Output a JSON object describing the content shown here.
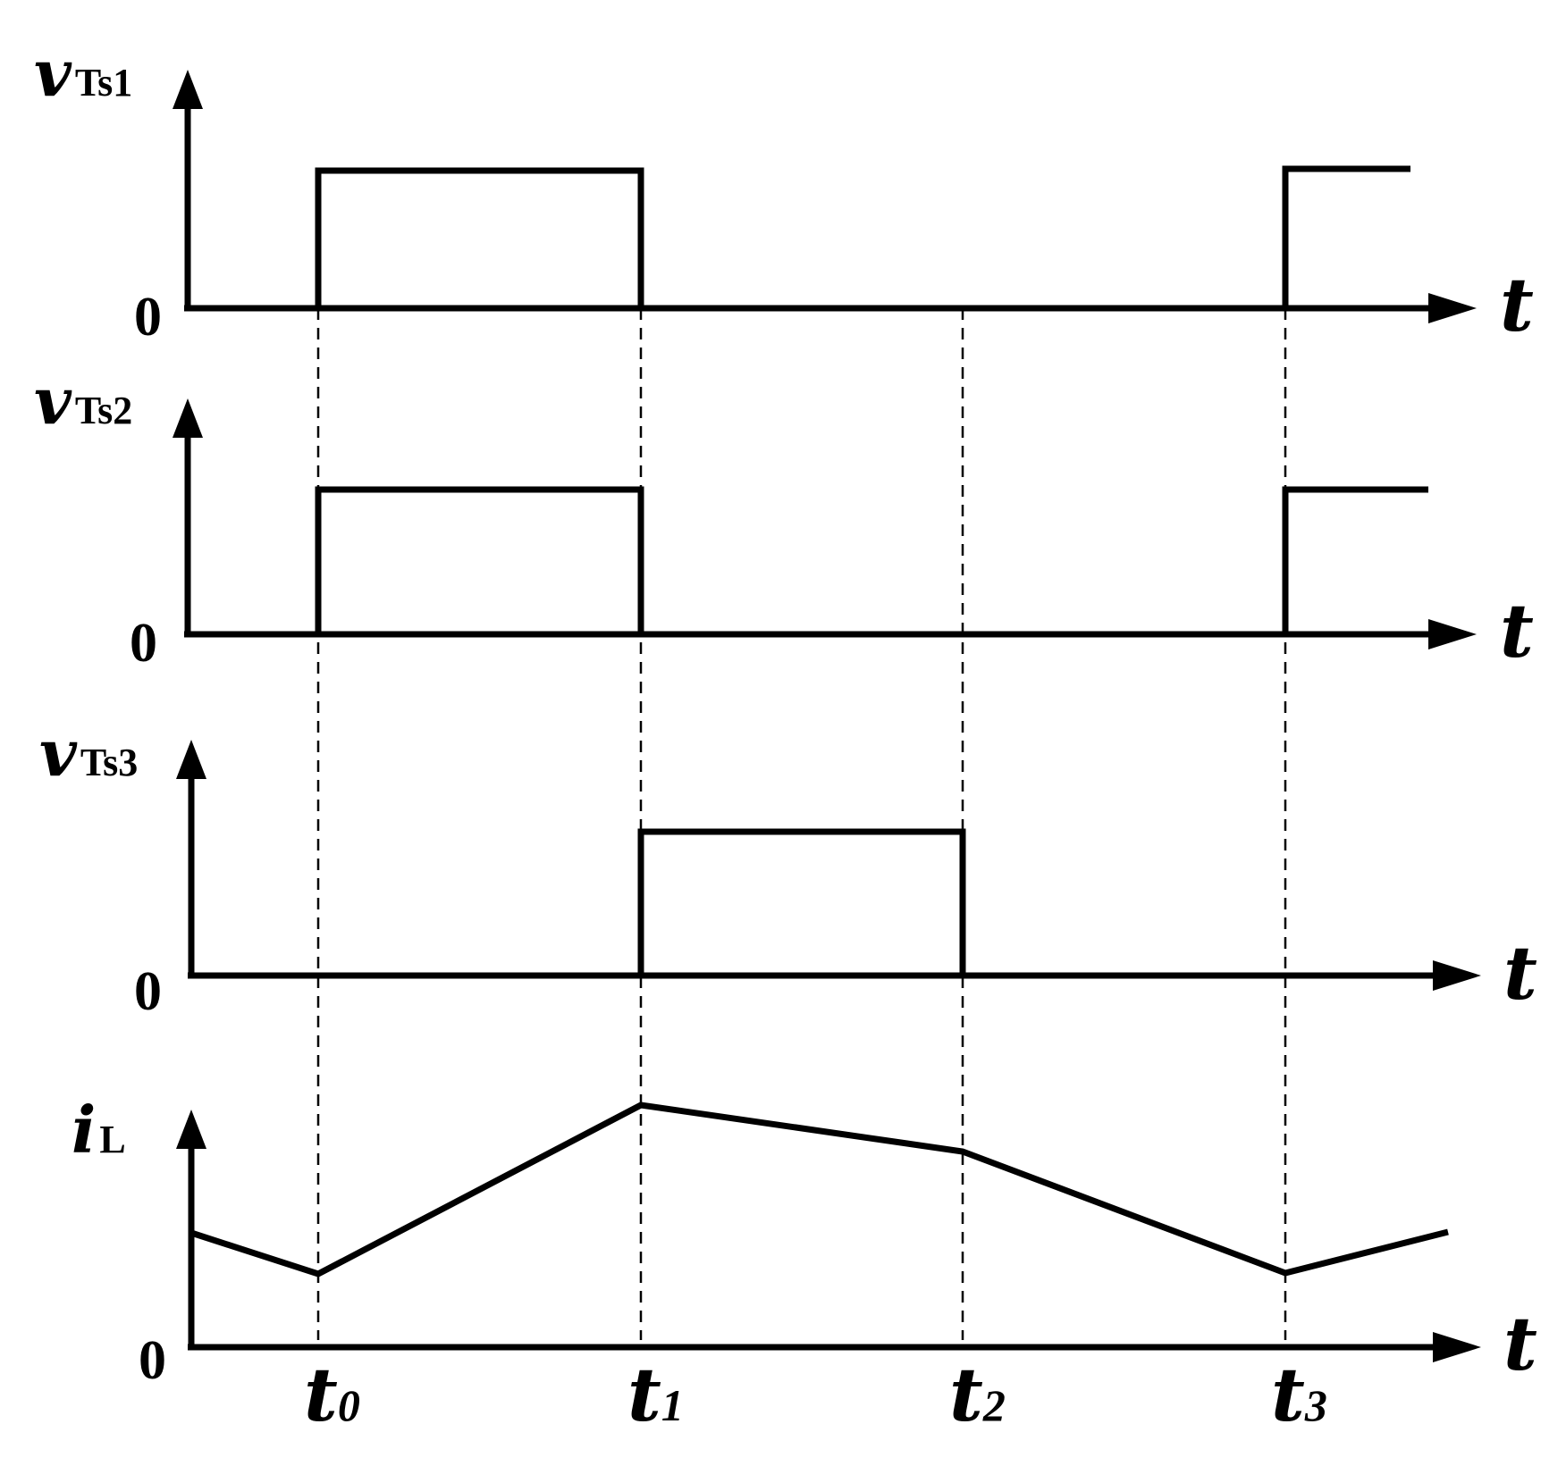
{
  "diagram": {
    "time_axis_symbol": "t",
    "zero_label": "0",
    "time_marks": [
      {
        "symbol": "t",
        "sub": "0"
      },
      {
        "symbol": "t",
        "sub": "1"
      },
      {
        "symbol": "t",
        "sub": "2"
      },
      {
        "symbol": "t",
        "sub": "3"
      }
    ],
    "panels": [
      {
        "symbol": "v",
        "sub": "Ts1",
        "waveform": "pulse",
        "high_intervals": [
          [
            "t0",
            "t1"
          ],
          [
            "t3",
            "end"
          ]
        ]
      },
      {
        "symbol": "v",
        "sub": "Ts2",
        "waveform": "pulse",
        "high_intervals": [
          [
            "t0",
            "t1"
          ],
          [
            "t3",
            "end"
          ]
        ]
      },
      {
        "symbol": "v",
        "sub": "Ts3",
        "waveform": "pulse",
        "high_intervals": [
          [
            "t1",
            "t2"
          ]
        ]
      },
      {
        "symbol": "i",
        "sub": "L",
        "waveform": "triangular",
        "trend": [
          "falling",
          "rising",
          "falling",
          "falling",
          "rising"
        ]
      }
    ]
  }
}
